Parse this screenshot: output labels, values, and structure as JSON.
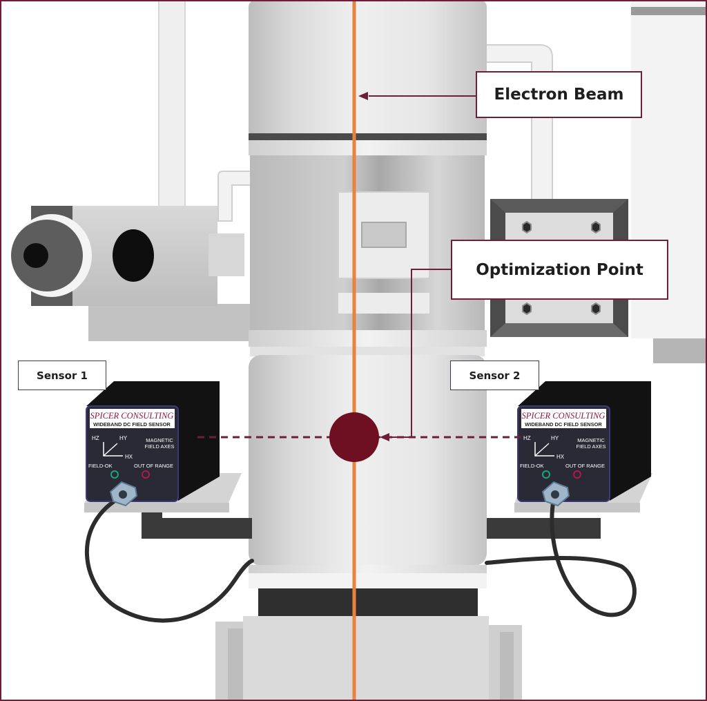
{
  "labels": {
    "electron_beam": "Electron Beam",
    "optimization_point": "Optimization Point",
    "sensor_1": "Sensor 1",
    "sensor_2": "Sensor 2"
  },
  "sensor_face": {
    "brand": "SPICER CONSULTING",
    "product": "WIDEBAND DC FIELD SENSOR",
    "axis_z": "HZ",
    "axis_y": "HY",
    "axis_x": "HX",
    "axes_caption_line1": "MAGNETIC",
    "axes_caption_line2": "FIELD AXES",
    "field_ok": "FIELD-OK",
    "out_of_range": "OUT OF RANGE"
  },
  "colors": {
    "frame": "#6e1e36",
    "beam": "#e8823c",
    "optimization_point": "#6e1021",
    "field_ok_led": "#1fa37a",
    "out_of_range_led": "#b01a4a",
    "sensor_face": "#2a2a36",
    "brand_text": "#8a1a40"
  },
  "icons": {
    "led_ok": "green-led-icon",
    "led_range": "red-led-icon",
    "connector": "cable-connector-icon"
  }
}
